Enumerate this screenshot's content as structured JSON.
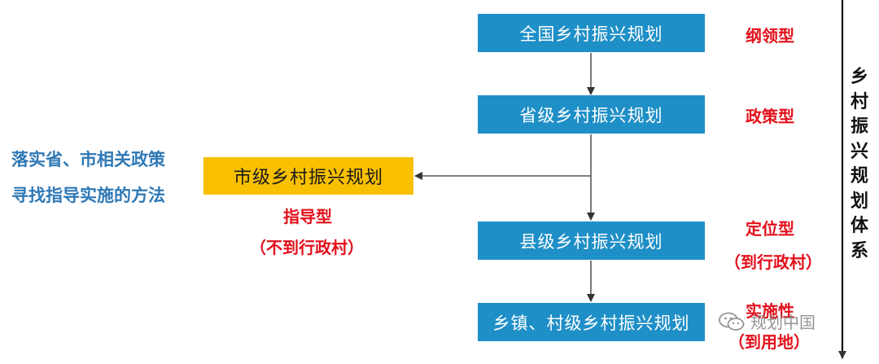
{
  "diagram": {
    "boxes": {
      "national": "全国乡村振兴规划",
      "provincial": "省级乡村振兴规划",
      "city": "市级乡村振兴规划",
      "county": "县级乡村振兴规划",
      "township": "乡镇、村级乡村振兴规划"
    },
    "types": {
      "national": "纲领型",
      "provincial": "政策型",
      "city_line1": "指导型",
      "city_line2": "（不到行政村）",
      "county_line1": "定位型",
      "county_line2": "（到行政村）",
      "township_line1": "实施性",
      "township_line2": "（到用地）"
    },
    "left_note": {
      "line1": "落实省、市相关政策",
      "line2": "寻找指导实施的方法"
    },
    "vertical_title": [
      "乡",
      "村",
      "振",
      "兴",
      "规",
      "划",
      "体",
      "系"
    ],
    "watermark": "规划中国",
    "colors": {
      "box_blue": "#1f8fc7",
      "box_gold": "#f8c000",
      "type_red": "#e3101b",
      "note_blue": "#2f79b6"
    }
  }
}
